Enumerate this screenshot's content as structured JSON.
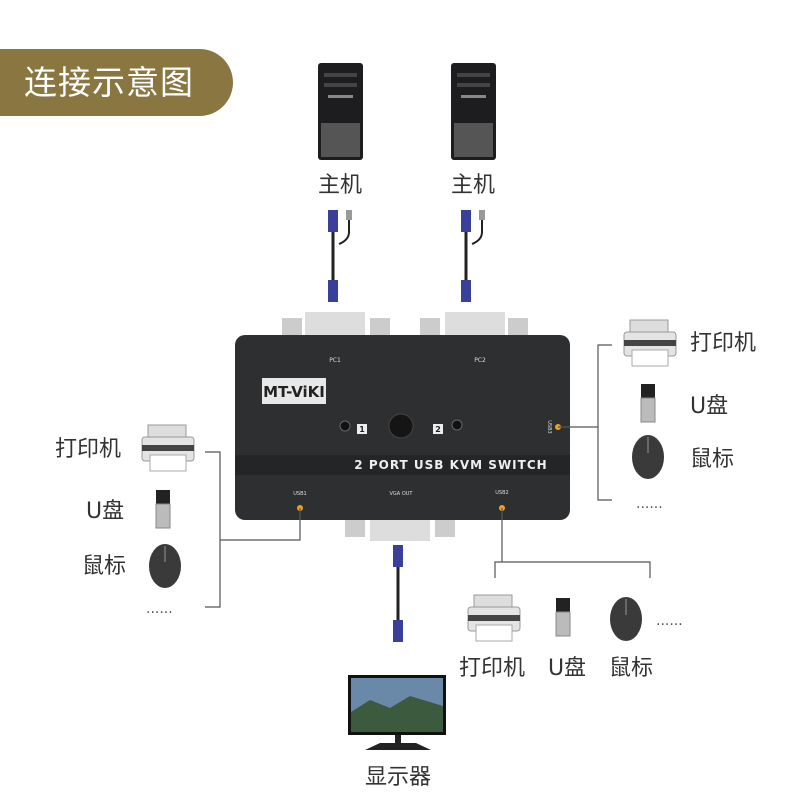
{
  "header": {
    "title": "连接示意图"
  },
  "hosts": [
    {
      "label": "主机"
    },
    {
      "label": "主机"
    }
  ],
  "kvm": {
    "brand": "MT-ViKI",
    "title": "2 PORT USB KVM SWITCH",
    "ports": {
      "pc1": "PC1",
      "pc2": "PC2",
      "usb1": "USB1",
      "usb2": "USB2",
      "usb3": "USB3",
      "vga_out": "VGA OUT"
    },
    "buttons": {
      "one": "1",
      "two": "2"
    }
  },
  "right_devices": {
    "printer": "打印机",
    "udisk": "U盘",
    "mouse": "鼠标",
    "more": "......"
  },
  "left_devices": {
    "printer": "打印机",
    "udisk": "U盘",
    "mouse": "鼠标",
    "more": "......"
  },
  "bottom_devices": {
    "printer": "打印机",
    "udisk": "U盘",
    "mouse": "鼠标",
    "more": "......"
  },
  "monitor": {
    "label": "显示器"
  },
  "colors": {
    "header": "#8a7640",
    "indicator": "#f0a020",
    "kvm_body": "#2e2f31",
    "vga_plug": "#3a3f9a"
  }
}
